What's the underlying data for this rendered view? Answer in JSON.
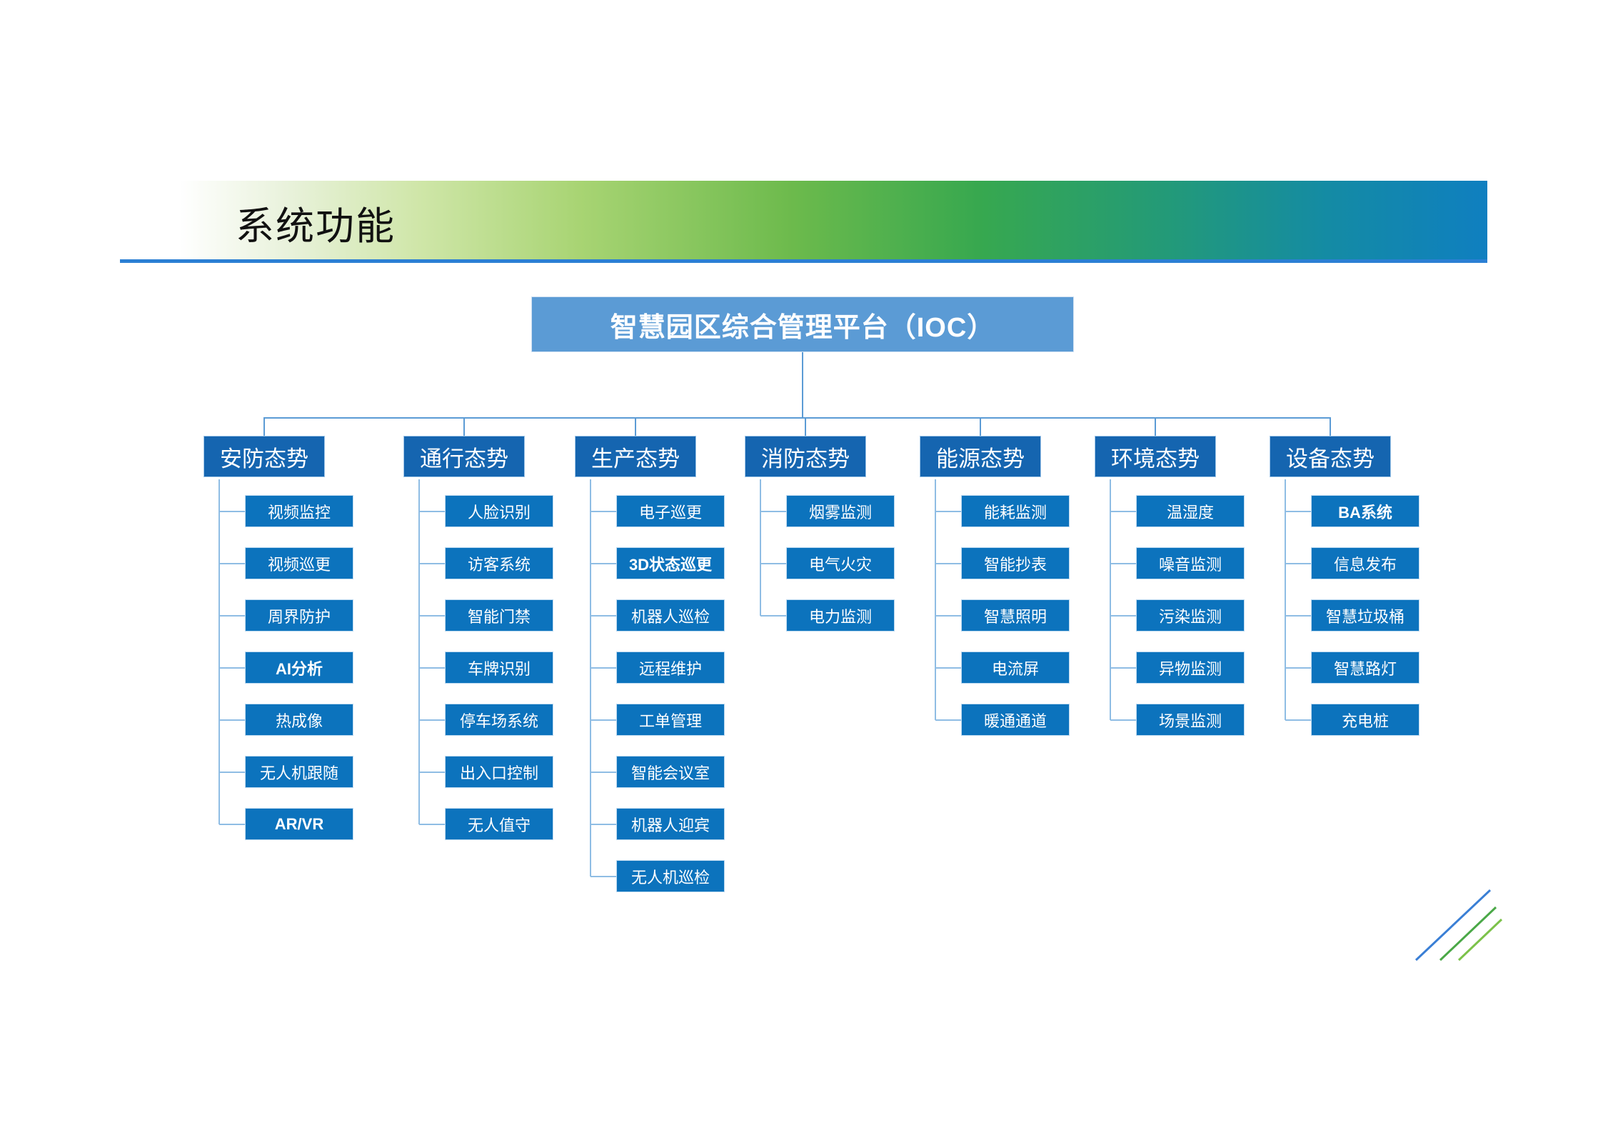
{
  "header": {
    "title": "系统功能",
    "banner_gradient_from": "#ffffff",
    "banner_gradient_mid": "#4caf50",
    "banner_gradient_to": "#0f7fc0",
    "underline_color": "#2b7fd4"
  },
  "diagram": {
    "type": "org-tree",
    "root": {
      "label": "智慧园区综合管理平台（IOC）",
      "color": "#5b9bd5",
      "text_color": "#ffffff"
    },
    "category_color": "#1565b0",
    "leaf_color": "#0c73bd",
    "connector_color": "#5b9bd5",
    "columns": [
      {
        "label": "安防态势",
        "items": [
          {
            "label": "视频监控",
            "bold": false
          },
          {
            "label": "视频巡更",
            "bold": false
          },
          {
            "label": "周界防护",
            "bold": false
          },
          {
            "label": "AI分析",
            "bold": true
          },
          {
            "label": "热成像",
            "bold": false
          },
          {
            "label": "无人机跟随",
            "bold": false
          },
          {
            "label": "AR/VR",
            "bold": true
          }
        ]
      },
      {
        "label": "通行态势",
        "items": [
          {
            "label": "人脸识别",
            "bold": false
          },
          {
            "label": "访客系统",
            "bold": false
          },
          {
            "label": "智能门禁",
            "bold": false
          },
          {
            "label": "车牌识别",
            "bold": false
          },
          {
            "label": "停车场系统",
            "bold": false
          },
          {
            "label": "出入口控制",
            "bold": false
          },
          {
            "label": "无人值守",
            "bold": false
          }
        ]
      },
      {
        "label": "生产态势",
        "items": [
          {
            "label": "电子巡更",
            "bold": false
          },
          {
            "label": "3D状态巡更",
            "bold": true
          },
          {
            "label": "机器人巡检",
            "bold": false
          },
          {
            "label": "远程维护",
            "bold": false
          },
          {
            "label": "工单管理",
            "bold": false
          },
          {
            "label": "智能会议室",
            "bold": false
          },
          {
            "label": "机器人迎宾",
            "bold": false
          },
          {
            "label": "无人机巡检",
            "bold": false
          }
        ]
      },
      {
        "label": "消防态势",
        "items": [
          {
            "label": "烟雾监测",
            "bold": false
          },
          {
            "label": "电气火灾",
            "bold": false
          },
          {
            "label": "电力监测",
            "bold": false
          }
        ]
      },
      {
        "label": "能源态势",
        "items": [
          {
            "label": "能耗监测",
            "bold": false
          },
          {
            "label": "智能抄表",
            "bold": false
          },
          {
            "label": "智慧照明",
            "bold": false
          },
          {
            "label": "电流屏",
            "bold": false
          },
          {
            "label": "暖通通道",
            "bold": false
          }
        ]
      },
      {
        "label": "环境态势",
        "items": [
          {
            "label": "温湿度",
            "bold": false
          },
          {
            "label": "噪音监测",
            "bold": false
          },
          {
            "label": "污染监测",
            "bold": false
          },
          {
            "label": "异物监测",
            "bold": false
          },
          {
            "label": "场景监测",
            "bold": false
          }
        ]
      },
      {
        "label": "设备态势",
        "items": [
          {
            "label": "BA系统",
            "bold": true
          },
          {
            "label": "信息发布",
            "bold": false
          },
          {
            "label": "智慧垃圾桶",
            "bold": false
          },
          {
            "label": "智慧路灯",
            "bold": false
          },
          {
            "label": "充电桩",
            "bold": false
          }
        ]
      }
    ]
  },
  "decoration": {
    "name": "diagonal-stripes",
    "colors": [
      "#3a7fd5",
      "#4aa847",
      "#7cc24a"
    ]
  }
}
